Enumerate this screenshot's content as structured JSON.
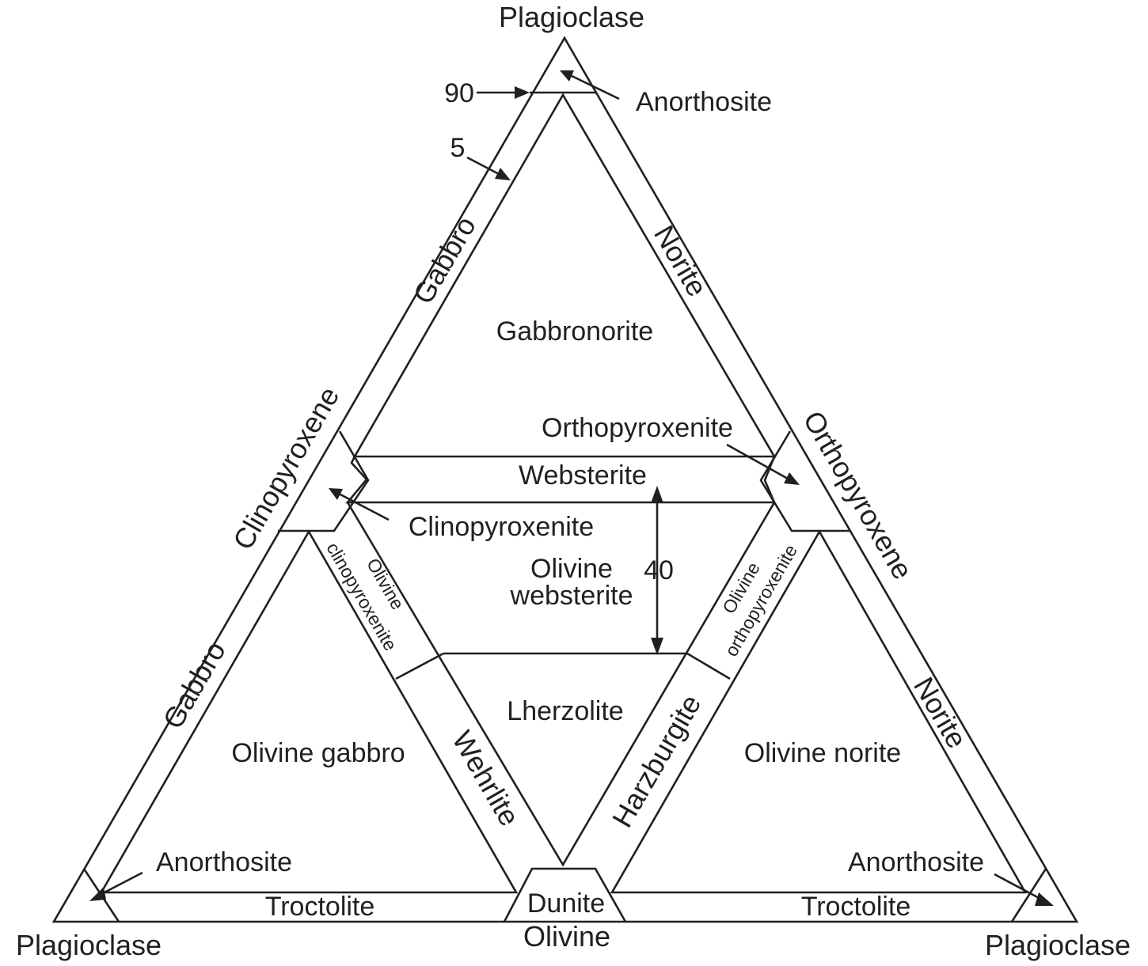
{
  "vertices": {
    "top": "Plagioclase",
    "left": "Plagioclase",
    "right": "Plagioclase",
    "bottom": "Olivine"
  },
  "edges": {
    "left_upper": "Clinopyroxene",
    "right_upper": "Orthopyroxene"
  },
  "regions": {
    "gabbro_upper": "Gabbro",
    "norite_upper": "Norite",
    "gabbronorite": "Gabbronorite",
    "orthopyroxenite": "Orthopyroxenite",
    "websterite": "Websterite",
    "clinopyroxenite": "Clinopyroxenite",
    "olivine_websterite_line1": "Olivine",
    "olivine_websterite_line2": "websterite",
    "olivine_clinopyroxenite_line1": "Olivine",
    "olivine_clinopyroxenite_line2": "clinopyroxenite",
    "olivine_orthopyroxenite_line1": "Olivine",
    "olivine_orthopyroxenite_line2": "orthopyroxenite",
    "lherzolite": "Lherzolite",
    "wehrlite": "Wehrlite",
    "harzburgite": "Harzburgite",
    "gabbro_lower": "Gabbro",
    "norite_lower": "Norite",
    "olivine_gabbro": "Olivine gabbro",
    "olivine_norite": "Olivine norite",
    "anorthosite_top": "Anorthosite",
    "anorthosite_left": "Anorthosite",
    "anorthosite_right": "Anorthosite",
    "troctolite_left": "Troctolite",
    "troctolite_right": "Troctolite",
    "dunite": "Dunite"
  },
  "markers": {
    "ninety": "90",
    "five": "5",
    "forty": "40"
  }
}
